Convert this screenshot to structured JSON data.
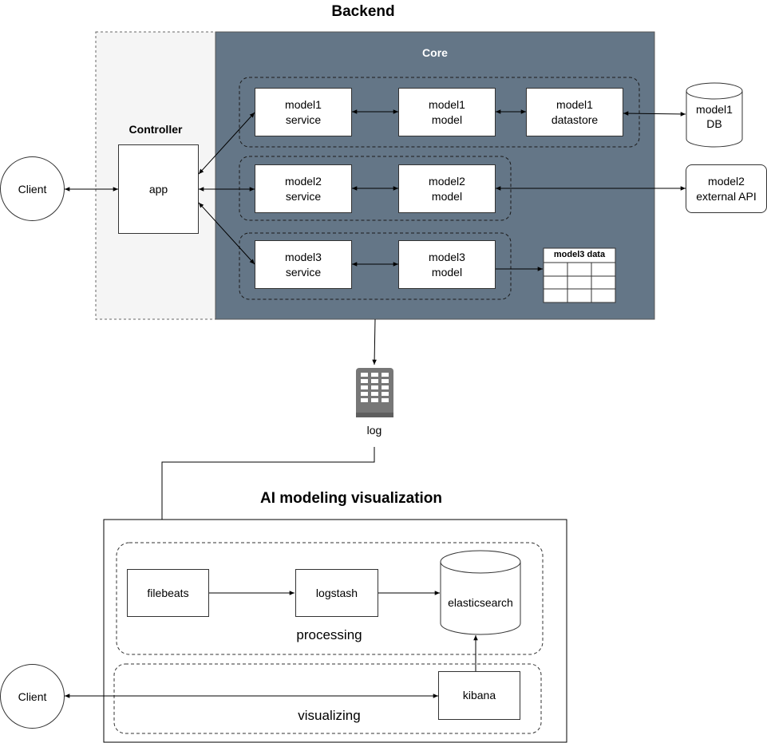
{
  "backend": {
    "title": "Backend",
    "controller_label": "Controller",
    "core_label": "Core",
    "app_label": "app",
    "model1": {
      "service": "model1\nservice",
      "model": "model1\nmodel",
      "datastore": "model1\ndatastore",
      "db": "model1\nDB"
    },
    "model2": {
      "service": "model2\nservice",
      "model": "model2\nmodel",
      "external": "model2\nexternal API"
    },
    "model3": {
      "service": "model3\nservice",
      "model": "model3\nmodel",
      "data_table_title": "model3 data"
    }
  },
  "client_top": "Client",
  "log_label": "log",
  "visualization": {
    "title": "AI modeling visualization",
    "filebeats": "filebeats",
    "logstash": "logstash",
    "elasticsearch": "elasticsearch",
    "processing_label": "processing",
    "kibana": "kibana",
    "visualizing_label": "visualizing"
  },
  "client_bottom": "Client",
  "colors": {
    "core_bg": "#647687",
    "controller_bg": "#f5f5f5",
    "log_icon": "#777777"
  }
}
